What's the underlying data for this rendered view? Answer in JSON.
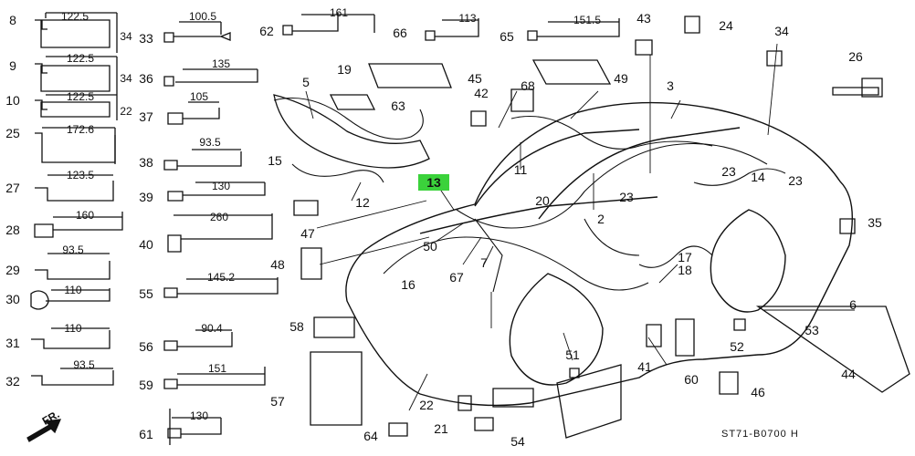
{
  "callouts": {
    "n8": "8",
    "n9": "9",
    "n10": "10",
    "n25": "25",
    "n27": "27",
    "n28": "28",
    "n29": "29",
    "n30": "30",
    "n31": "31",
    "n32": "32",
    "n33": "33",
    "n36": "36",
    "n37": "37",
    "n38": "38",
    "n39": "39",
    "n40": "40",
    "n55": "55",
    "n56": "56",
    "n59": "59",
    "n61": "61",
    "n62": "62",
    "n66": "66",
    "n65": "65",
    "n43": "43",
    "n24": "24",
    "n34": "34",
    "n26": "26",
    "n5": "5",
    "n19": "19",
    "n45": "45",
    "n42": "42",
    "n68": "68",
    "n49": "49",
    "n3": "3",
    "n63": "63",
    "n15": "15",
    "n12": "12",
    "n11": "11",
    "n13": "13",
    "n20": "20",
    "n2": "2",
    "n23a": "23",
    "n23b": "23",
    "n23c": "23",
    "n14": "14",
    "n35": "35",
    "n47": "47",
    "n50": "50",
    "n7": "7",
    "n48": "48",
    "n16": "16",
    "n67": "67",
    "n17": "17",
    "n18": "18",
    "n6": "6",
    "n53": "53",
    "n44": "44",
    "n58": "58",
    "n52": "52",
    "n41": "41",
    "n60": "60",
    "n46": "46",
    "n51": "51",
    "n57": "57",
    "n22": "22",
    "n21": "21",
    "n54": "54",
    "n64": "64"
  },
  "dimensions": {
    "d8": "122.5",
    "d8h": "34",
    "d9": "122.5",
    "d9h": "34",
    "d10": "122.5",
    "d10h": "22",
    "d25": "172.6",
    "d27": "123.5",
    "d28": "160",
    "d29": "93.5",
    "d30": "110",
    "d31": "110",
    "d32": "93.5",
    "d33": "100.5",
    "d36": "135",
    "d37": "105",
    "d38": "93.5",
    "d39": "130",
    "d40": "260",
    "d55": "145.2",
    "d56": "90.4",
    "d59": "151",
    "d61": "130",
    "d62": "161",
    "d66": "113",
    "d65": "151.5"
  },
  "footer": {
    "code": "ST71-B0700 H",
    "front_arrow": "FR."
  }
}
